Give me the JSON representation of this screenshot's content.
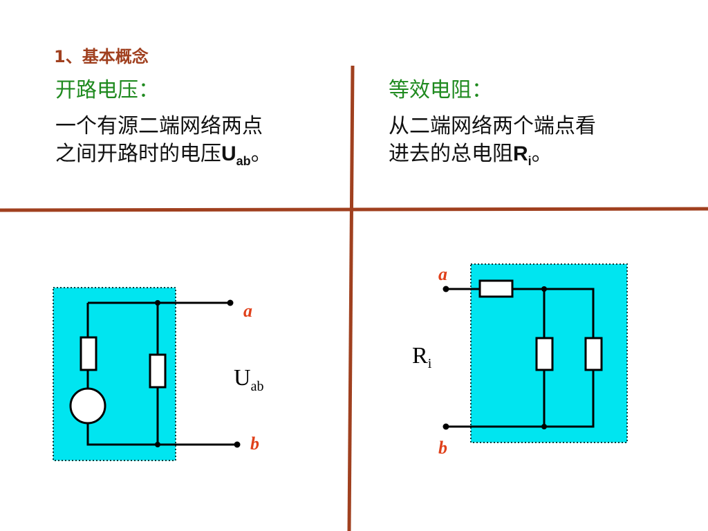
{
  "heading": "1、基本概念",
  "left": {
    "title": "开路电压：",
    "line1": "一个有源二端网络两点",
    "line2_text": "之间开路时的电压",
    "line2_symbol": "U",
    "line2_sub": "ab",
    "line2_end": "。"
  },
  "right": {
    "title": "等效电阻：",
    "line1": "从二端网络两个端点看",
    "line2_text": "进去的总电阻",
    "line2_symbol": "R",
    "line2_sub": "i",
    "line2_end": "。"
  },
  "diagram_left": {
    "terminal_a": "a",
    "terminal_b": "b",
    "voltage_symbol": "U",
    "voltage_sub": "ab"
  },
  "diagram_right": {
    "terminal_a": "a",
    "terminal_b": "b",
    "resistance_symbol": "R",
    "resistance_sub": "i"
  },
  "colors": {
    "divider": "#a0401f",
    "heading": "#a0401f",
    "subhead": "#1f8a1f",
    "box_fill": "#00e5f0",
    "terminal_label": "#e0401a"
  }
}
